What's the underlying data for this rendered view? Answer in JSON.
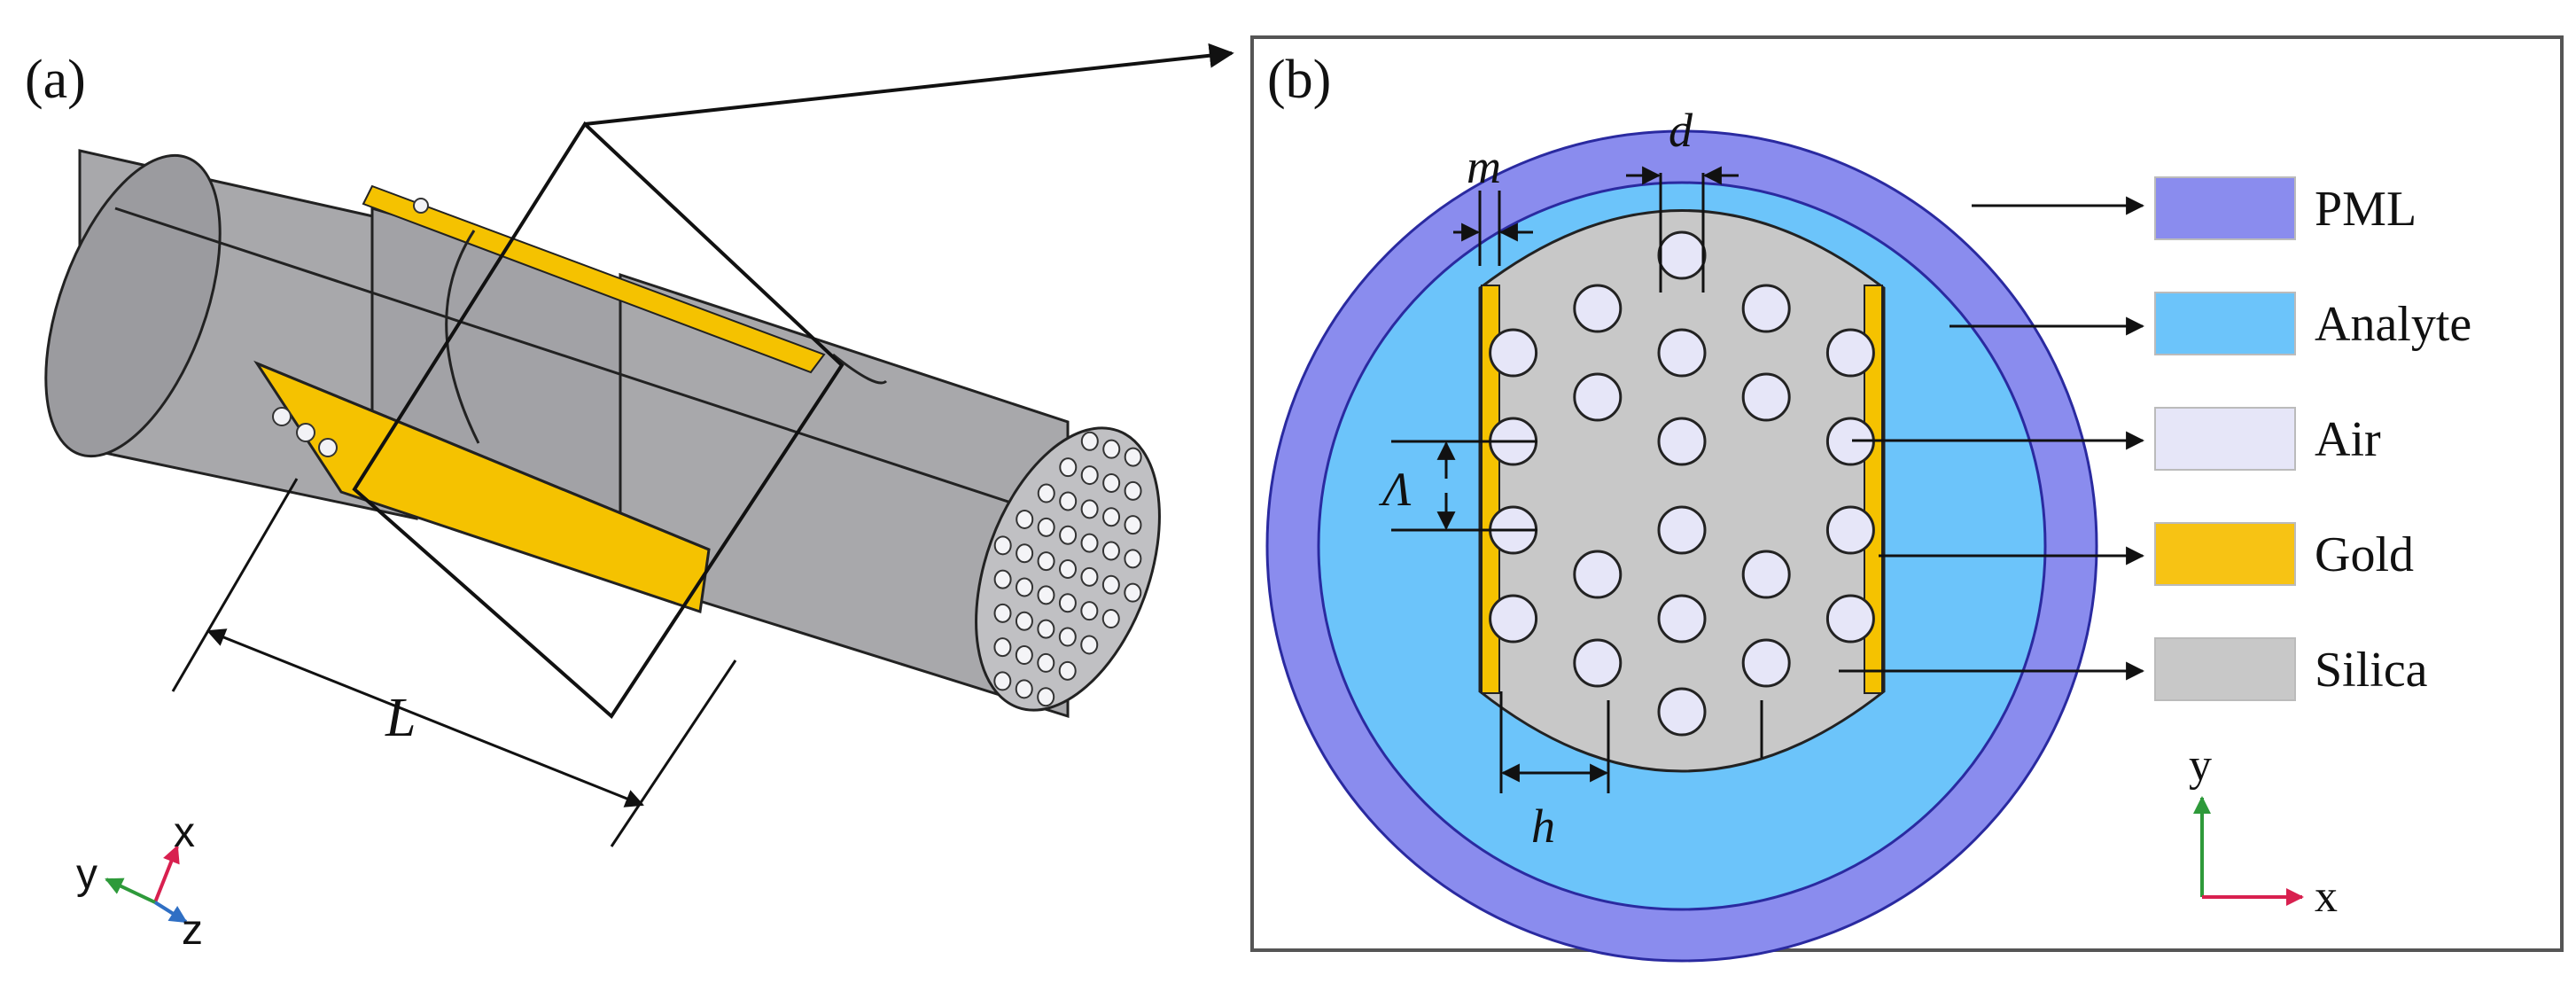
{
  "panels": {
    "a": {
      "label": "(a)",
      "length_label": "L"
    },
    "b": {
      "label": "(b)",
      "dimension_labels": {
        "m": "m",
        "d": "d",
        "pitch": "Λ",
        "h": "h"
      }
    }
  },
  "legend": [
    {
      "label": "PML",
      "color": "#8a8cee"
    },
    {
      "label": "Analyte",
      "color": "#6cc4fa"
    },
    {
      "label": "Air",
      "color": "#e6e6f8"
    },
    {
      "label": "Gold",
      "color": "#f7c314"
    },
    {
      "label": "Silica",
      "color": "#c8c8c8"
    }
  ],
  "axes_a": {
    "x": "x",
    "y": "y",
    "z": "z"
  },
  "axes_b": {
    "x": "x",
    "y": "y"
  },
  "colors": {
    "fiber_gray": "#a8a8ab",
    "fiber_dark": "#8e8e92",
    "gold": "#f5c200",
    "pml": "#8a8cee",
    "analyte": "#6cc4fa",
    "air": "#e6e6f8",
    "silica": "#c8c8c8",
    "axis_x": "#d8204f",
    "axis_y": "#2e9a3a",
    "axis_z": "#2f6fc4"
  }
}
